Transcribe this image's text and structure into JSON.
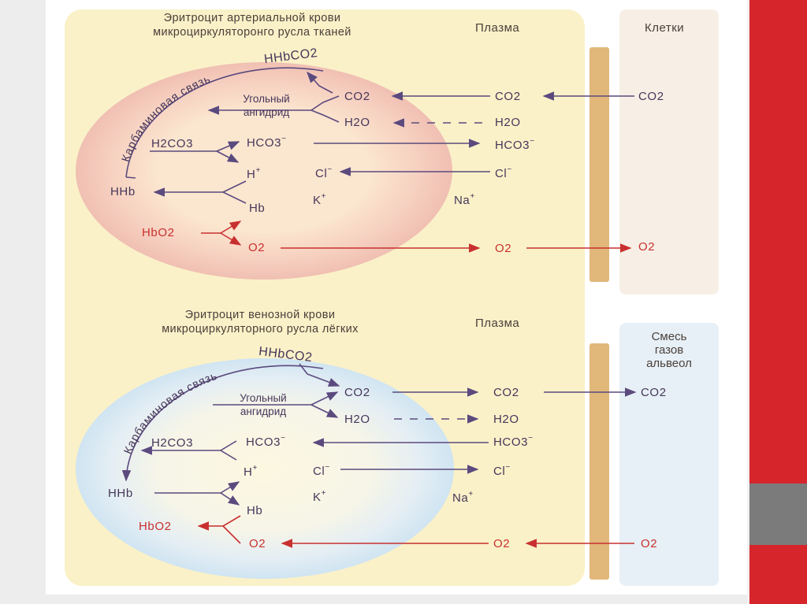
{
  "top": {
    "title_line1": "Эритроцит артериальной крови",
    "title_line2": "микроциркуляторонго русла тканей",
    "plasma_header": "Плазма",
    "cells_header": "Клетки",
    "arc_label": "Карбаминовая связь",
    "hhbco2": "HHbCO2",
    "co2_in": "CO2",
    "co2_plasma": "CO2",
    "co2_cells": "CO2",
    "enzyme_line1": "Угольный",
    "enzyme_line2": "ангидрид",
    "h2o_in": "H2O",
    "h2o_plasma": "H2O",
    "h2co3": "H2CO3",
    "hco3_in": "HCO3",
    "hco3_plasma": "HCO3",
    "h_plus": "H",
    "cl_in": "Cl",
    "cl_plasma": "Cl",
    "hhb": "HHb",
    "k_plus": "K",
    "na_plus": "Na",
    "hb": "Hb",
    "hbo2": "HbO2",
    "o2_in": "O2",
    "o2_plasma": "O2",
    "o2_cells": "O2"
  },
  "bottom": {
    "title_line1": "Эритроцит венозной крови",
    "title_line2": "микроциркуляторного русла лёгких",
    "plasma_header": "Плазма",
    "alv_line1": "Смесь",
    "alv_line2": "газов",
    "alv_line3": "альвеол",
    "arc_label": "Карбаминовая связь",
    "hhbco2": "HHbCO2",
    "co2_in": "CO2",
    "co2_plasma": "CO2",
    "co2_alv": "CO2",
    "enzyme_line1": "Угольный",
    "enzyme_line2": "ангидрид",
    "h2o_in": "H2O",
    "h2o_plasma": "H2O",
    "h2co3": "H2CO3",
    "hco3_in": "HCO3",
    "hco3_plasma": "HCO3",
    "h_plus": "H",
    "cl_in": "Cl",
    "cl_plasma": "Cl",
    "hhb": "HHb",
    "k_plus": "K",
    "na_plus": "Na",
    "hb": "Hb",
    "hbo2": "HbO2",
    "o2_in": "O2",
    "o2_plasma": "O2",
    "o2_alv": "O2"
  },
  "symbols": {
    "plus": "+",
    "minus": "−"
  },
  "colors": {
    "arrow_purple": "#5b4a7e",
    "arrow_red": "#c8302f",
    "membrane": "#e2b77a",
    "accent_red": "#d6262c"
  }
}
